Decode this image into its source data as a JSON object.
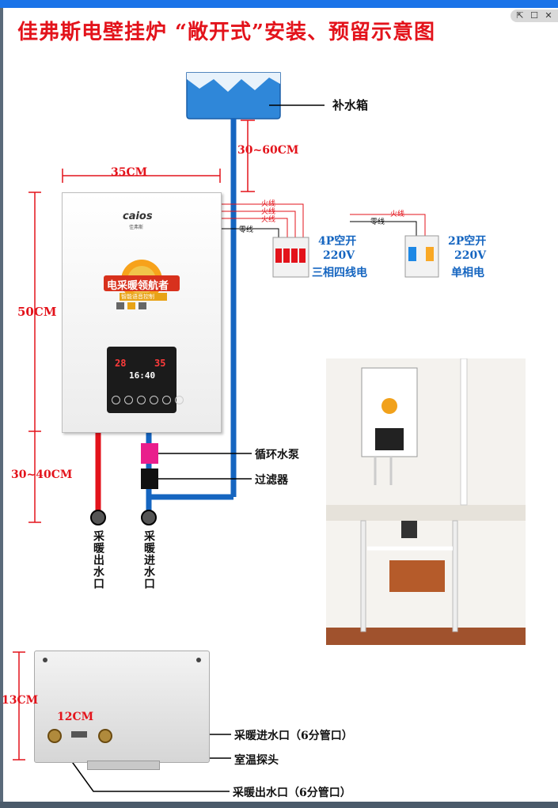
{
  "title": "佳弗斯电壁挂炉  “敞开式”安装、预留示意图",
  "window_controls": [
    "⇱",
    "☐",
    "✕"
  ],
  "labels": {
    "tank": "补水箱",
    "tank_gap": "30~60CM",
    "width": "35CM",
    "height": "50CM",
    "bottom_gap": "30~40CM",
    "pump": "循环水泵",
    "filter": "过滤器",
    "outlet": "采暖出水口",
    "inlet": "采暖进水口",
    "live_wire": "火线",
    "neutral_wire": "零线",
    "breaker4p": "4P空开",
    "breaker4p_voltage": "220V",
    "breaker4p_type": "三相四线电",
    "breaker2p": "2P空开",
    "breaker2p_voltage": "220V",
    "breaker2p_type": "单相电",
    "depth": "13CM",
    "pipe_spacing": "12CM",
    "bottom_inlet": "采暖进水口（6分管口）",
    "sensor": "室温探头",
    "bottom_outlet": "采暖出水口（6分管口）"
  },
  "unit": {
    "brand": "caios",
    "brand_sub": "佳弗斯",
    "badge_line1": "电采暖领航者",
    "badge_line2": "智能语音控制",
    "display_left": "28",
    "display_right": "35",
    "display_time": "16:40"
  },
  "colors": {
    "title": "#e3131b",
    "hot_pipe": "#e3131b",
    "cold_pipe": "#1565c0",
    "pump": "#e91e8c",
    "filter": "#111111"
  }
}
